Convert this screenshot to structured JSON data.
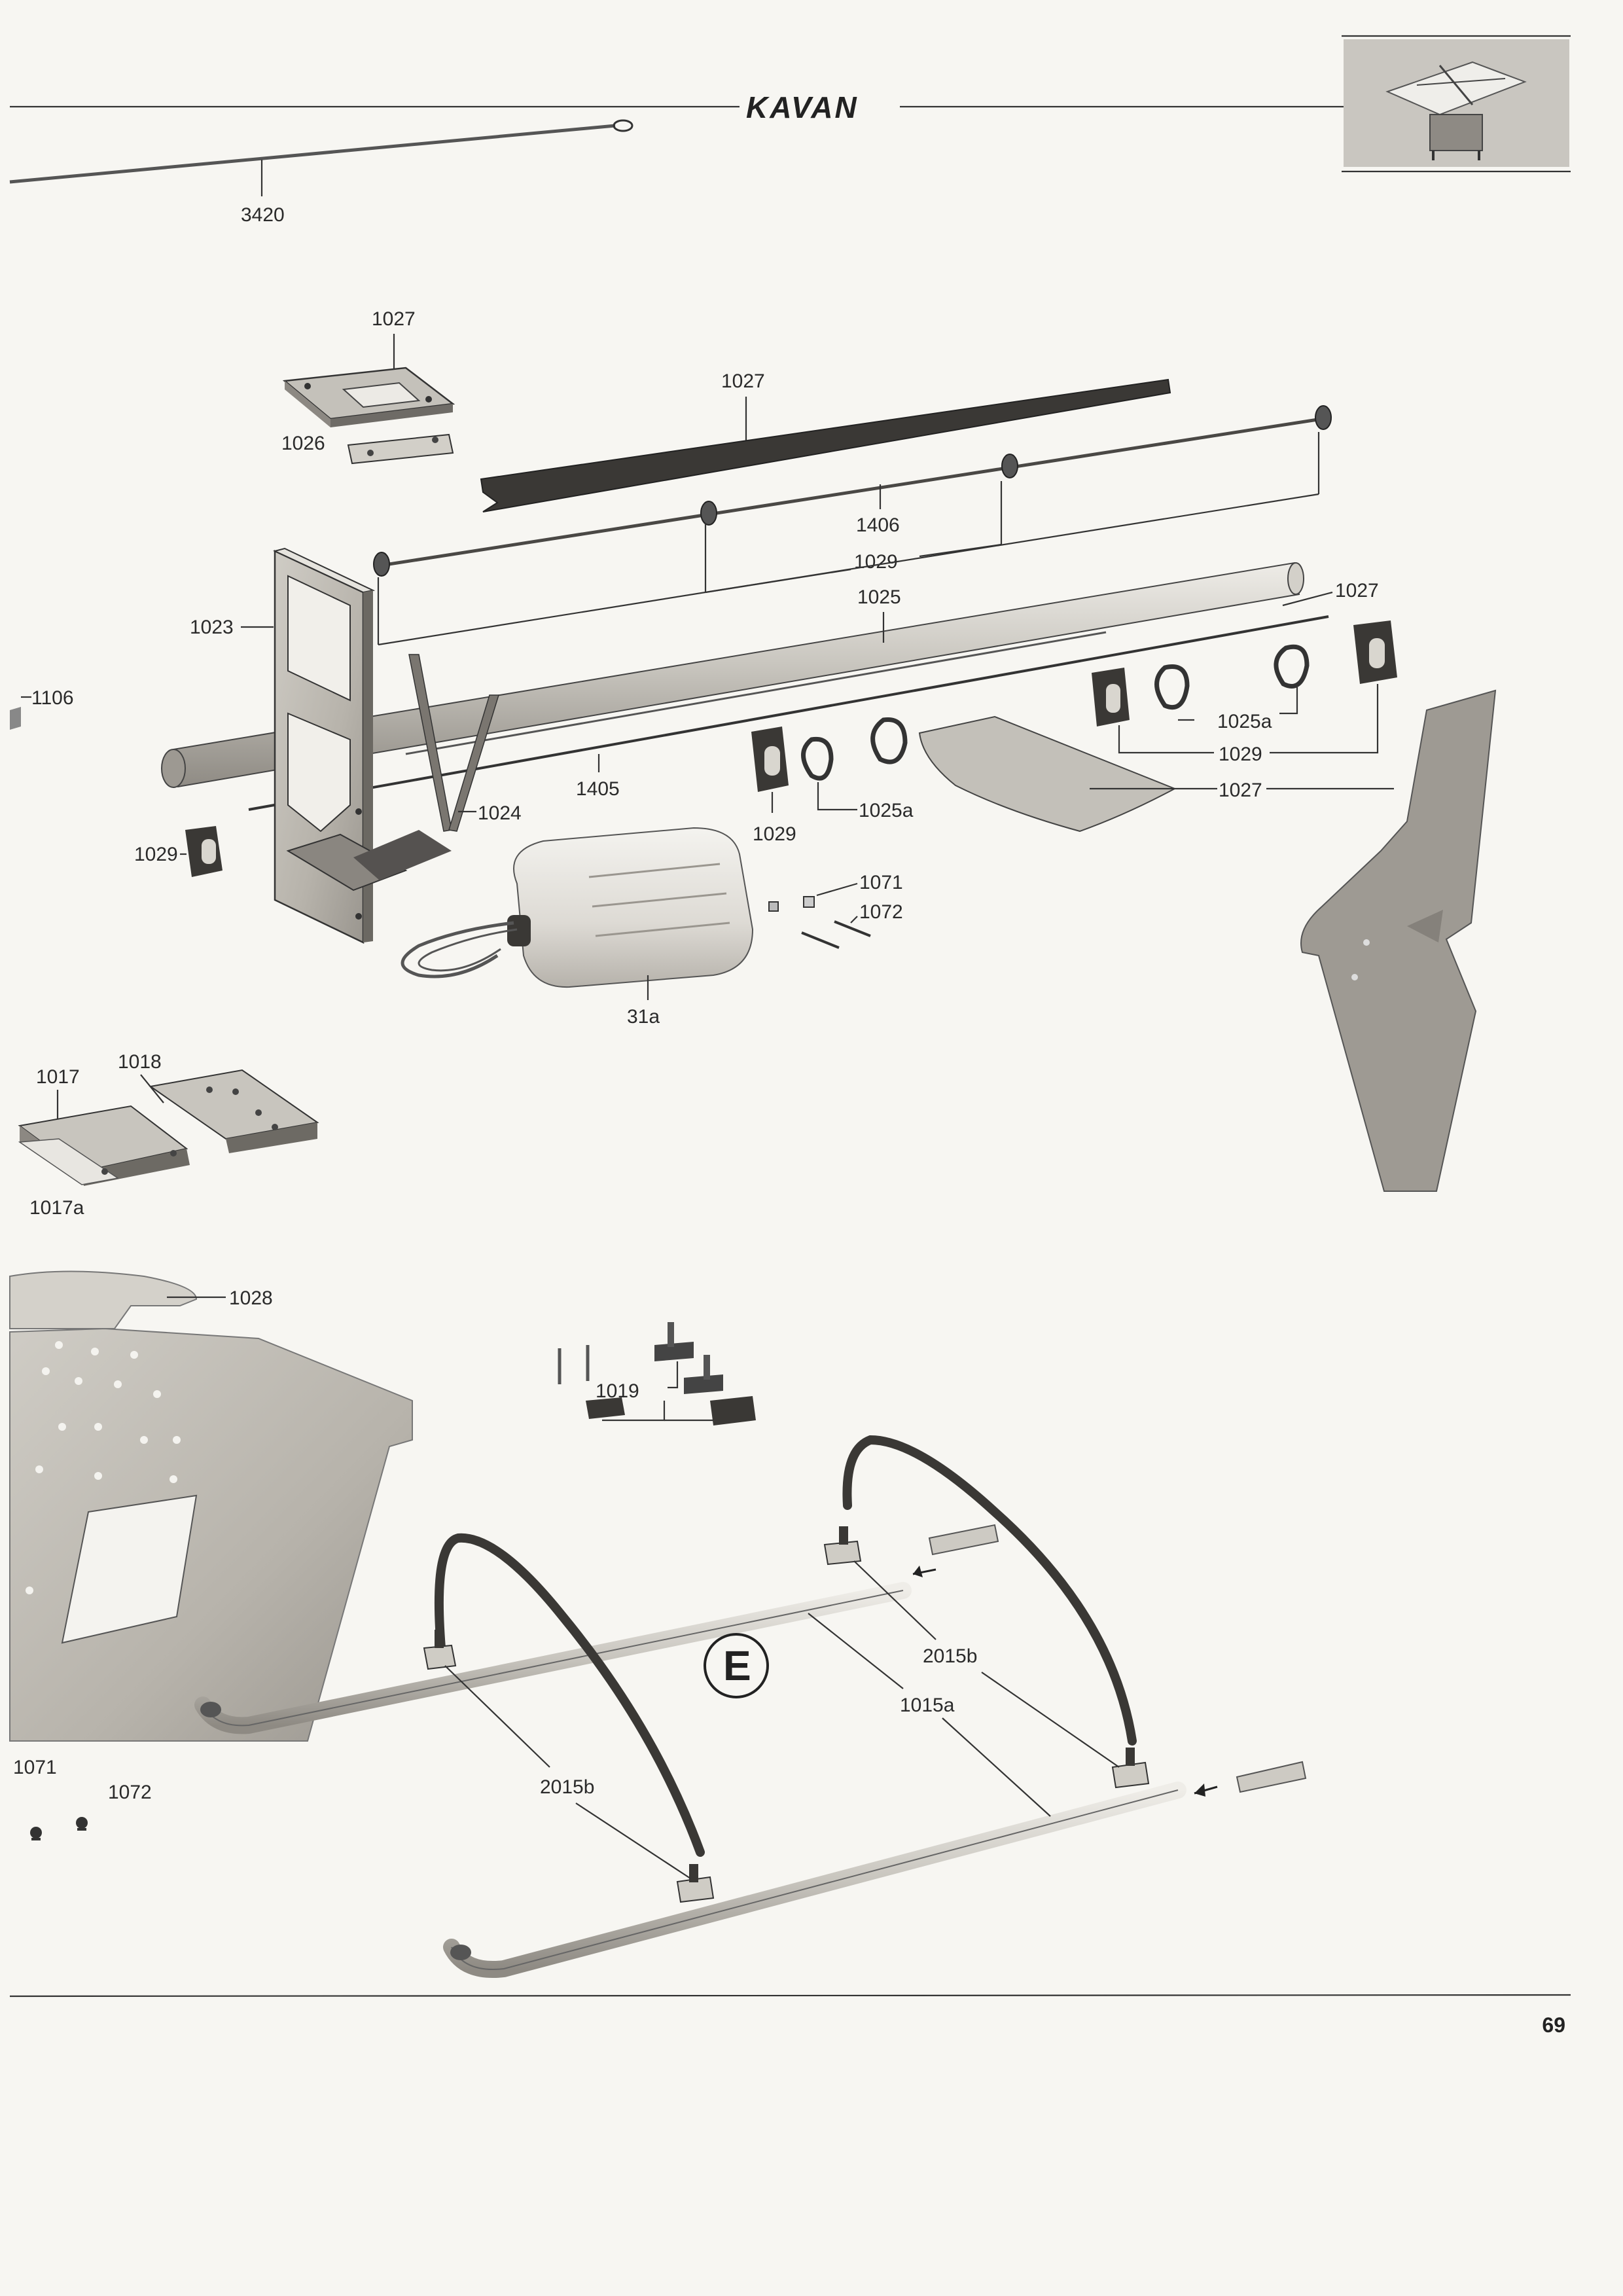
{
  "header": {
    "brand": "KAVAN"
  },
  "page_number": "69",
  "section_marker": "E",
  "callouts": {
    "rod_3420": "3420",
    "mixer_plate_1027": "1027",
    "mixer_bracket_1026": "1026",
    "boom_strip_1027": "1027",
    "tail_rod_1406": "1406",
    "rod_guides_1029": "1029",
    "boom_1025": "1025",
    "boom_stay_1027": "1027",
    "frame_1023": "1023",
    "part_1106": "1106",
    "stay_1024": "1024",
    "rod_1405": "1405",
    "clamp_1029_left": "1029",
    "clamp_1029_mid": "1029",
    "clamp_1025a_mid": "1025a",
    "clamp_1025a_right": "1025a",
    "clamp_1029_right": "1029",
    "fin_1027": "1027",
    "nut_1071": "1071",
    "screw_1072": "1072",
    "tank_31a": "31a",
    "plate_1017": "1017",
    "plate_1018": "1018",
    "strip_1017a": "1017a",
    "canopy_1028": "1028",
    "clamps_1019": "1019",
    "nut_1071_lower": "1071",
    "screw_1072_lower": "1072",
    "skid_mount_2015b_right": "2015b",
    "skid_tube_1015a": "1015a",
    "skid_mount_2015b_left": "2015b"
  },
  "colors": {
    "paper": "#f7f6f2",
    "ink": "#2a2a2a",
    "metal_light": "#d6d3cc",
    "metal_mid": "#b9b5ad",
    "dark_part": "#3a3835"
  },
  "icons": {
    "thumbnail": "assembly-stand-thumbnail-icon"
  }
}
